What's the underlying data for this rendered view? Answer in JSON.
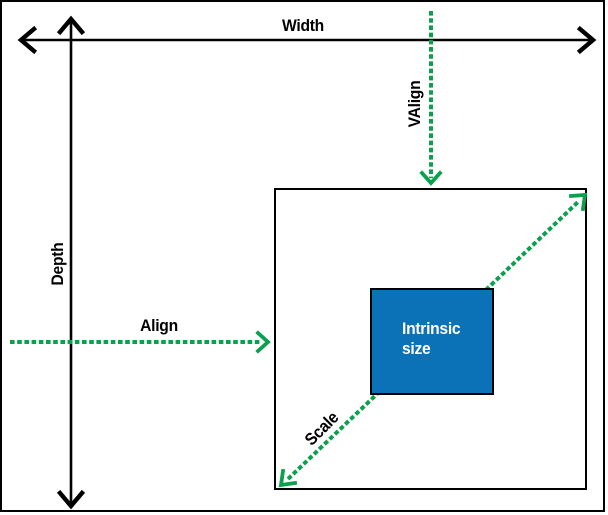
{
  "diagram": {
    "labels": {
      "width": "Width",
      "depth": "Depth",
      "valign": "VAlign",
      "align": "Align",
      "scale": "Scale"
    },
    "intrinsic_box": {
      "line1": "Intrinsic",
      "line2": "size"
    },
    "colors": {
      "arrow_green": "#0aa04e",
      "intrinsic_blue": "#0b72b8",
      "intrinsic_text": "#ffffff",
      "line_black": "#000000",
      "background": "#ffffff"
    }
  }
}
